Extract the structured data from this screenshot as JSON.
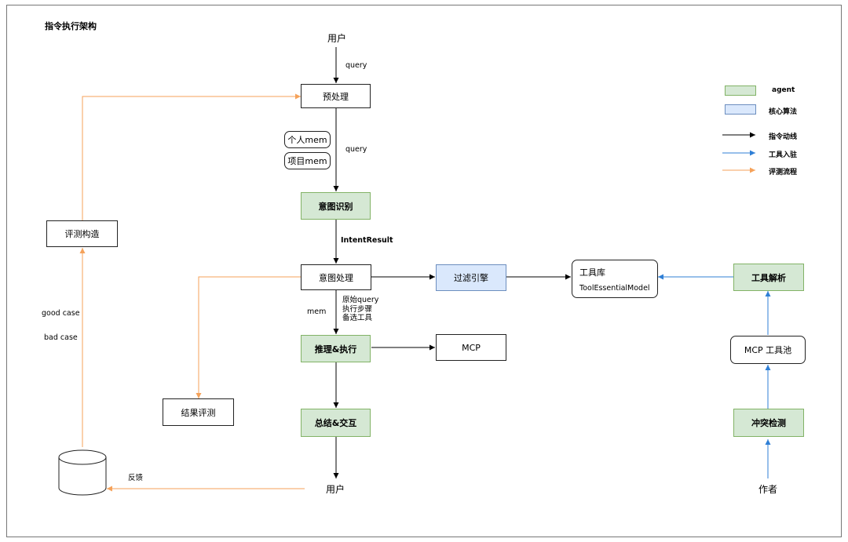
{
  "title": "指令执行架构",
  "nodes": {
    "user_top": "用户",
    "preprocess": "预处理",
    "personal_mem": "个人mem",
    "project_mem": "项目mem",
    "intent_recognition": "意图识别",
    "intent_processing": "意图处理",
    "filter_engine": "过滤引擎",
    "tool_lib_title": "工具库",
    "tool_lib_model": "ToolEssentialModel",
    "tool_parsing": "工具解析",
    "reason_exec": "推理&执行",
    "mcp": "MCP",
    "mcp_pool": "MCP 工具池",
    "result_eval": "结果评测",
    "summary": "总结&交互",
    "conflict_check": "冲突检测",
    "eval_construct": "评测构造",
    "user_bottom": "用户",
    "author": "作者"
  },
  "edge_labels": {
    "query_1": "query",
    "query_2": "query",
    "intent_result": "IntentResult",
    "mem": "mem",
    "original_query": "原始query",
    "exec_steps": "执行步骤",
    "candidate_tools": "备选工具",
    "good_case": "good case",
    "bad_case": "bad case",
    "feedback": "反馈"
  },
  "legend": [
    {
      "label": "agent",
      "kind": "swatch",
      "color": "#d5e8d4",
      "border": "#82b366"
    },
    {
      "label": "核心算法",
      "kind": "swatch",
      "color": "#dae8fc",
      "border": "#6c8ebf"
    },
    {
      "label": "指令动线",
      "kind": "arrow",
      "color": "#000000"
    },
    {
      "label": "工具入驻",
      "kind": "arrow",
      "color": "#2f7fd6"
    },
    {
      "label": "评测流程",
      "kind": "arrow",
      "color": "#f5a25a"
    }
  ],
  "colors": {
    "instruction_flow": "#000000",
    "tool_onboarding": "#2f7fd6",
    "evaluation_flow": "#f5a25a",
    "agent_fill": "#d5e8d4",
    "agent_border": "#82b366",
    "core_fill": "#dae8fc",
    "core_border": "#6c8ebf"
  }
}
